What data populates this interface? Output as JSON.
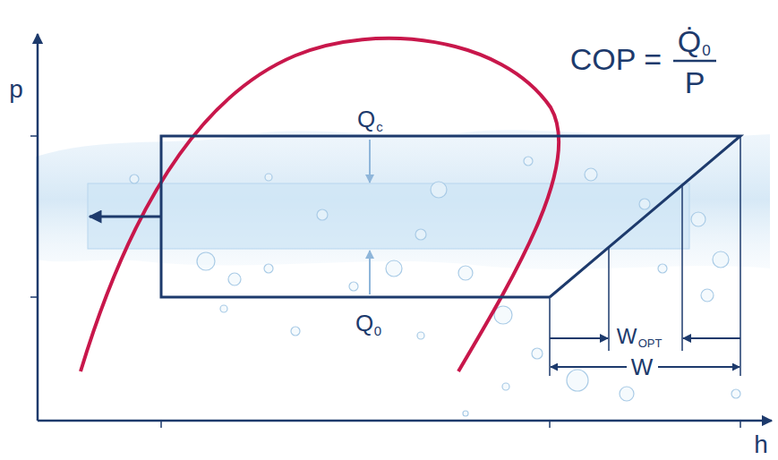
{
  "diagram": {
    "labels": [
      "p",
      "h",
      "COP =",
      "Q̇",
      "0",
      "P",
      "Q",
      "c",
      "Q",
      "0",
      "W",
      "OPT",
      "W"
    ]
  }
}
